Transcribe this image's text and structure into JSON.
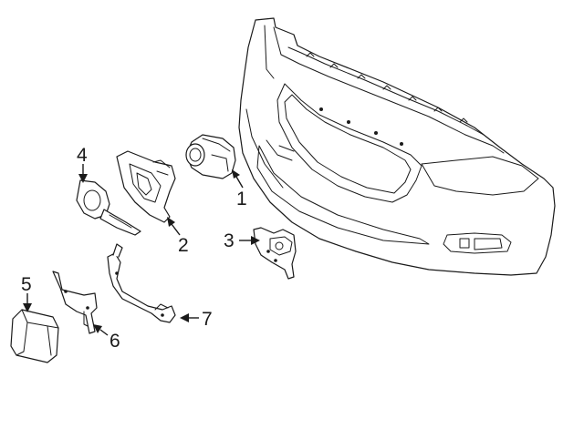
{
  "diagram": {
    "callouts": [
      {
        "id": "1",
        "label": "1"
      },
      {
        "id": "2",
        "label": "2"
      },
      {
        "id": "3",
        "label": "3"
      },
      {
        "id": "4",
        "label": "4"
      },
      {
        "id": "5",
        "label": "5"
      },
      {
        "id": "6",
        "label": "6"
      },
      {
        "id": "7",
        "label": "7"
      }
    ]
  },
  "colors": {
    "line": "#1a1a1a",
    "background": "#ffffff"
  }
}
